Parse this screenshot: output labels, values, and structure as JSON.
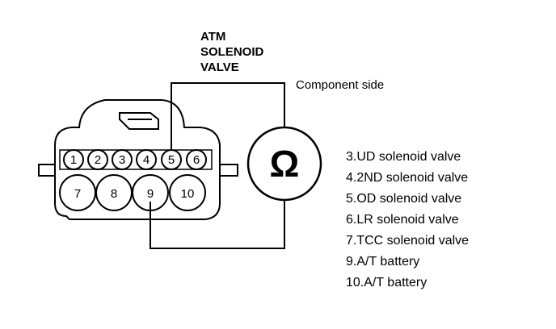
{
  "title_lines": [
    "ATM",
    "SOLENOID",
    "VALVE"
  ],
  "component_side": "Component side",
  "ohmmeter_symbol": "Ω",
  "pins": [
    "1",
    "2",
    "3",
    "4",
    "5",
    "6",
    "7",
    "8",
    "9",
    "10"
  ],
  "legend": [
    "3.UD solenoid valve",
    "4.2ND solenoid valve",
    "5.OD solenoid valve",
    "6.LR solenoid valve",
    "7.TCC solenoid valve",
    "9.A/T battery",
    "10.A/T battery"
  ],
  "colors": {
    "ink": "#000000",
    "background": "#ffffff"
  }
}
